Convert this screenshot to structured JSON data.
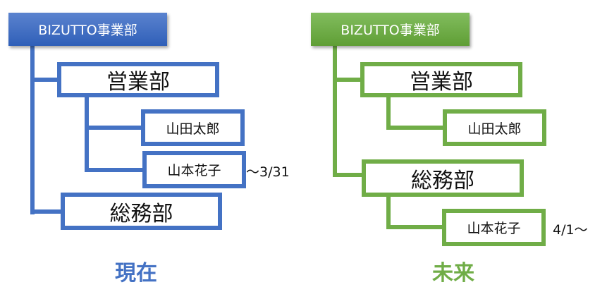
{
  "colors": {
    "current_accent": "#4472c4",
    "future_accent": "#70ad47"
  },
  "current": {
    "caption": "現在",
    "root": "BIZUTTO事業部",
    "departments": [
      {
        "name": "営業部",
        "members": [
          {
            "name": "山田太郎",
            "note": ""
          },
          {
            "name": "山本花子",
            "note": "～3/31"
          }
        ]
      },
      {
        "name": "総務部",
        "members": []
      }
    ]
  },
  "future": {
    "caption": "未来",
    "root": "BIZUTTO事業部",
    "departments": [
      {
        "name": "営業部",
        "members": [
          {
            "name": "山田太郎",
            "note": ""
          }
        ]
      },
      {
        "name": "総務部",
        "members": [
          {
            "name": "山本花子",
            "note": "4/1～"
          }
        ]
      }
    ]
  }
}
